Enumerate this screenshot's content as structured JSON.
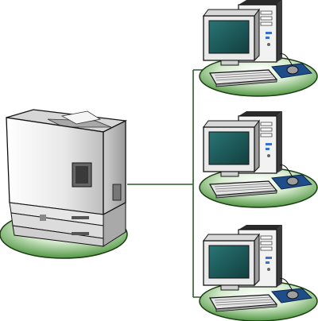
{
  "diagram": {
    "nodes": [
      {
        "id": "printer",
        "kind": "network-printer",
        "icon": "printer-icon"
      },
      {
        "id": "workstation-1",
        "kind": "desktop-computer",
        "icon": "computer-icon"
      },
      {
        "id": "workstation-2",
        "kind": "desktop-computer",
        "icon": "computer-icon"
      },
      {
        "id": "workstation-3",
        "kind": "desktop-computer",
        "icon": "computer-icon"
      }
    ],
    "connections": [
      {
        "from": "printer",
        "to": "workstation-1"
      },
      {
        "from": "printer",
        "to": "workstation-2"
      },
      {
        "from": "printer",
        "to": "workstation-3"
      }
    ],
    "colors": {
      "base_fill": "#3d8a2e",
      "base_outline": "#1a3d12",
      "network_line": "#2d5a2a",
      "screen": "#1e5b5b",
      "mousepad": "#1f4d8a"
    }
  }
}
